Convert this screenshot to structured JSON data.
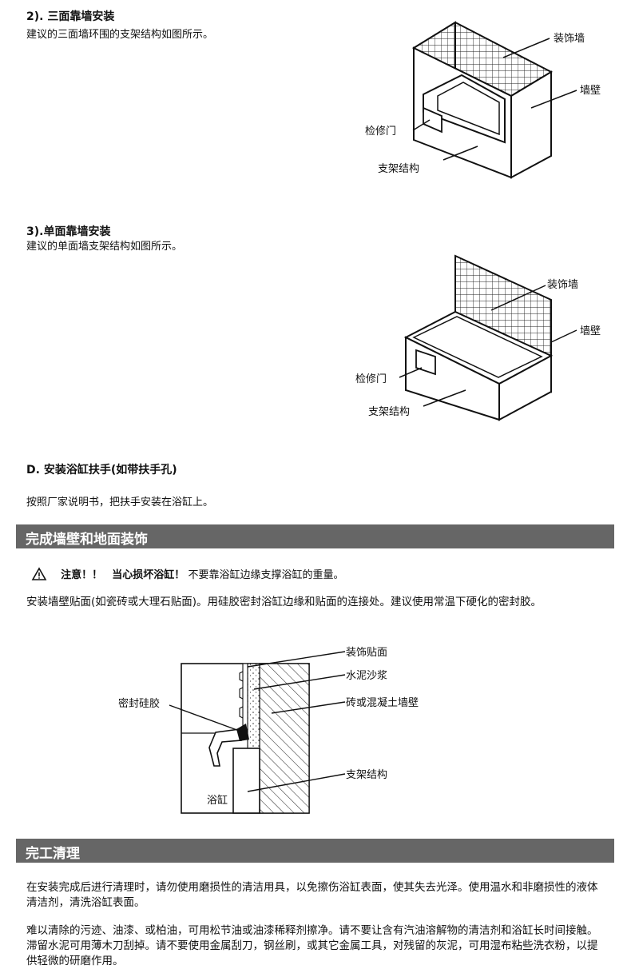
{
  "s2": {
    "heading": "2). 三面靠墙安装",
    "desc": "建议的三面墙环围的支架结构如图所示。",
    "labels": {
      "deco_wall": "装饰墙",
      "wall": "墙壁",
      "access_door": "检修门",
      "frame": "支架结构"
    }
  },
  "s3": {
    "heading": "3).单面靠墙安装",
    "desc": "建议的单面墙支架结构如图所示。",
    "labels": {
      "deco_wall": "装饰墙",
      "wall": "墙壁",
      "access_door": "检修门",
      "frame": "支架结构"
    }
  },
  "sD": {
    "heading": "D. 安装浴缸扶手(如带扶手孔)",
    "desc": "按照厂家说明书，把扶手安装在浴缸上。"
  },
  "bar1": {
    "title": "完成墙壁和地面装饰"
  },
  "warning": {
    "icon": "warning-triangle-icon",
    "label": "注意！！",
    "emphasis": "当心损坏浴缸！",
    "text": "不要靠浴缸边缘支撑浴缸的重量。"
  },
  "wall_finish": {
    "para": "安装墙壁贴面(如瓷砖或大理石贴面)。用硅胶密封浴缸边缘和贴面的连接处。建议使用常温下硬化的密封胶。",
    "labels": {
      "veneer": "装饰贴面",
      "mortar": "水泥沙浆",
      "brick_wall": "砖或混凝土墙壁",
      "sealant": "密封硅胶",
      "frame": "支架结构",
      "tub": "浴缸"
    }
  },
  "bar2": {
    "title": "完工清理"
  },
  "cleanup": {
    "para1": "在安装完成后进行清理时，请勿使用磨损性的清洁用具，以免擦伤浴缸表面，使其失去光泽。使用温水和非磨损性的液体清洁剂，清洗浴缸表面。",
    "para2": "难以清除的污迹、油漆、或柏油，可用松节油或油漆稀释剂擦净。请不要让含有汽油溶解物的清洁剂和浴缸长时间接触。滞留水泥可用薄木刀刮掉。请不要使用金属刮刀，钢丝刷，或其它金属工具，对残留的灰泥，可用湿布粘些洗衣粉，以提供轻微的研磨作用。"
  }
}
